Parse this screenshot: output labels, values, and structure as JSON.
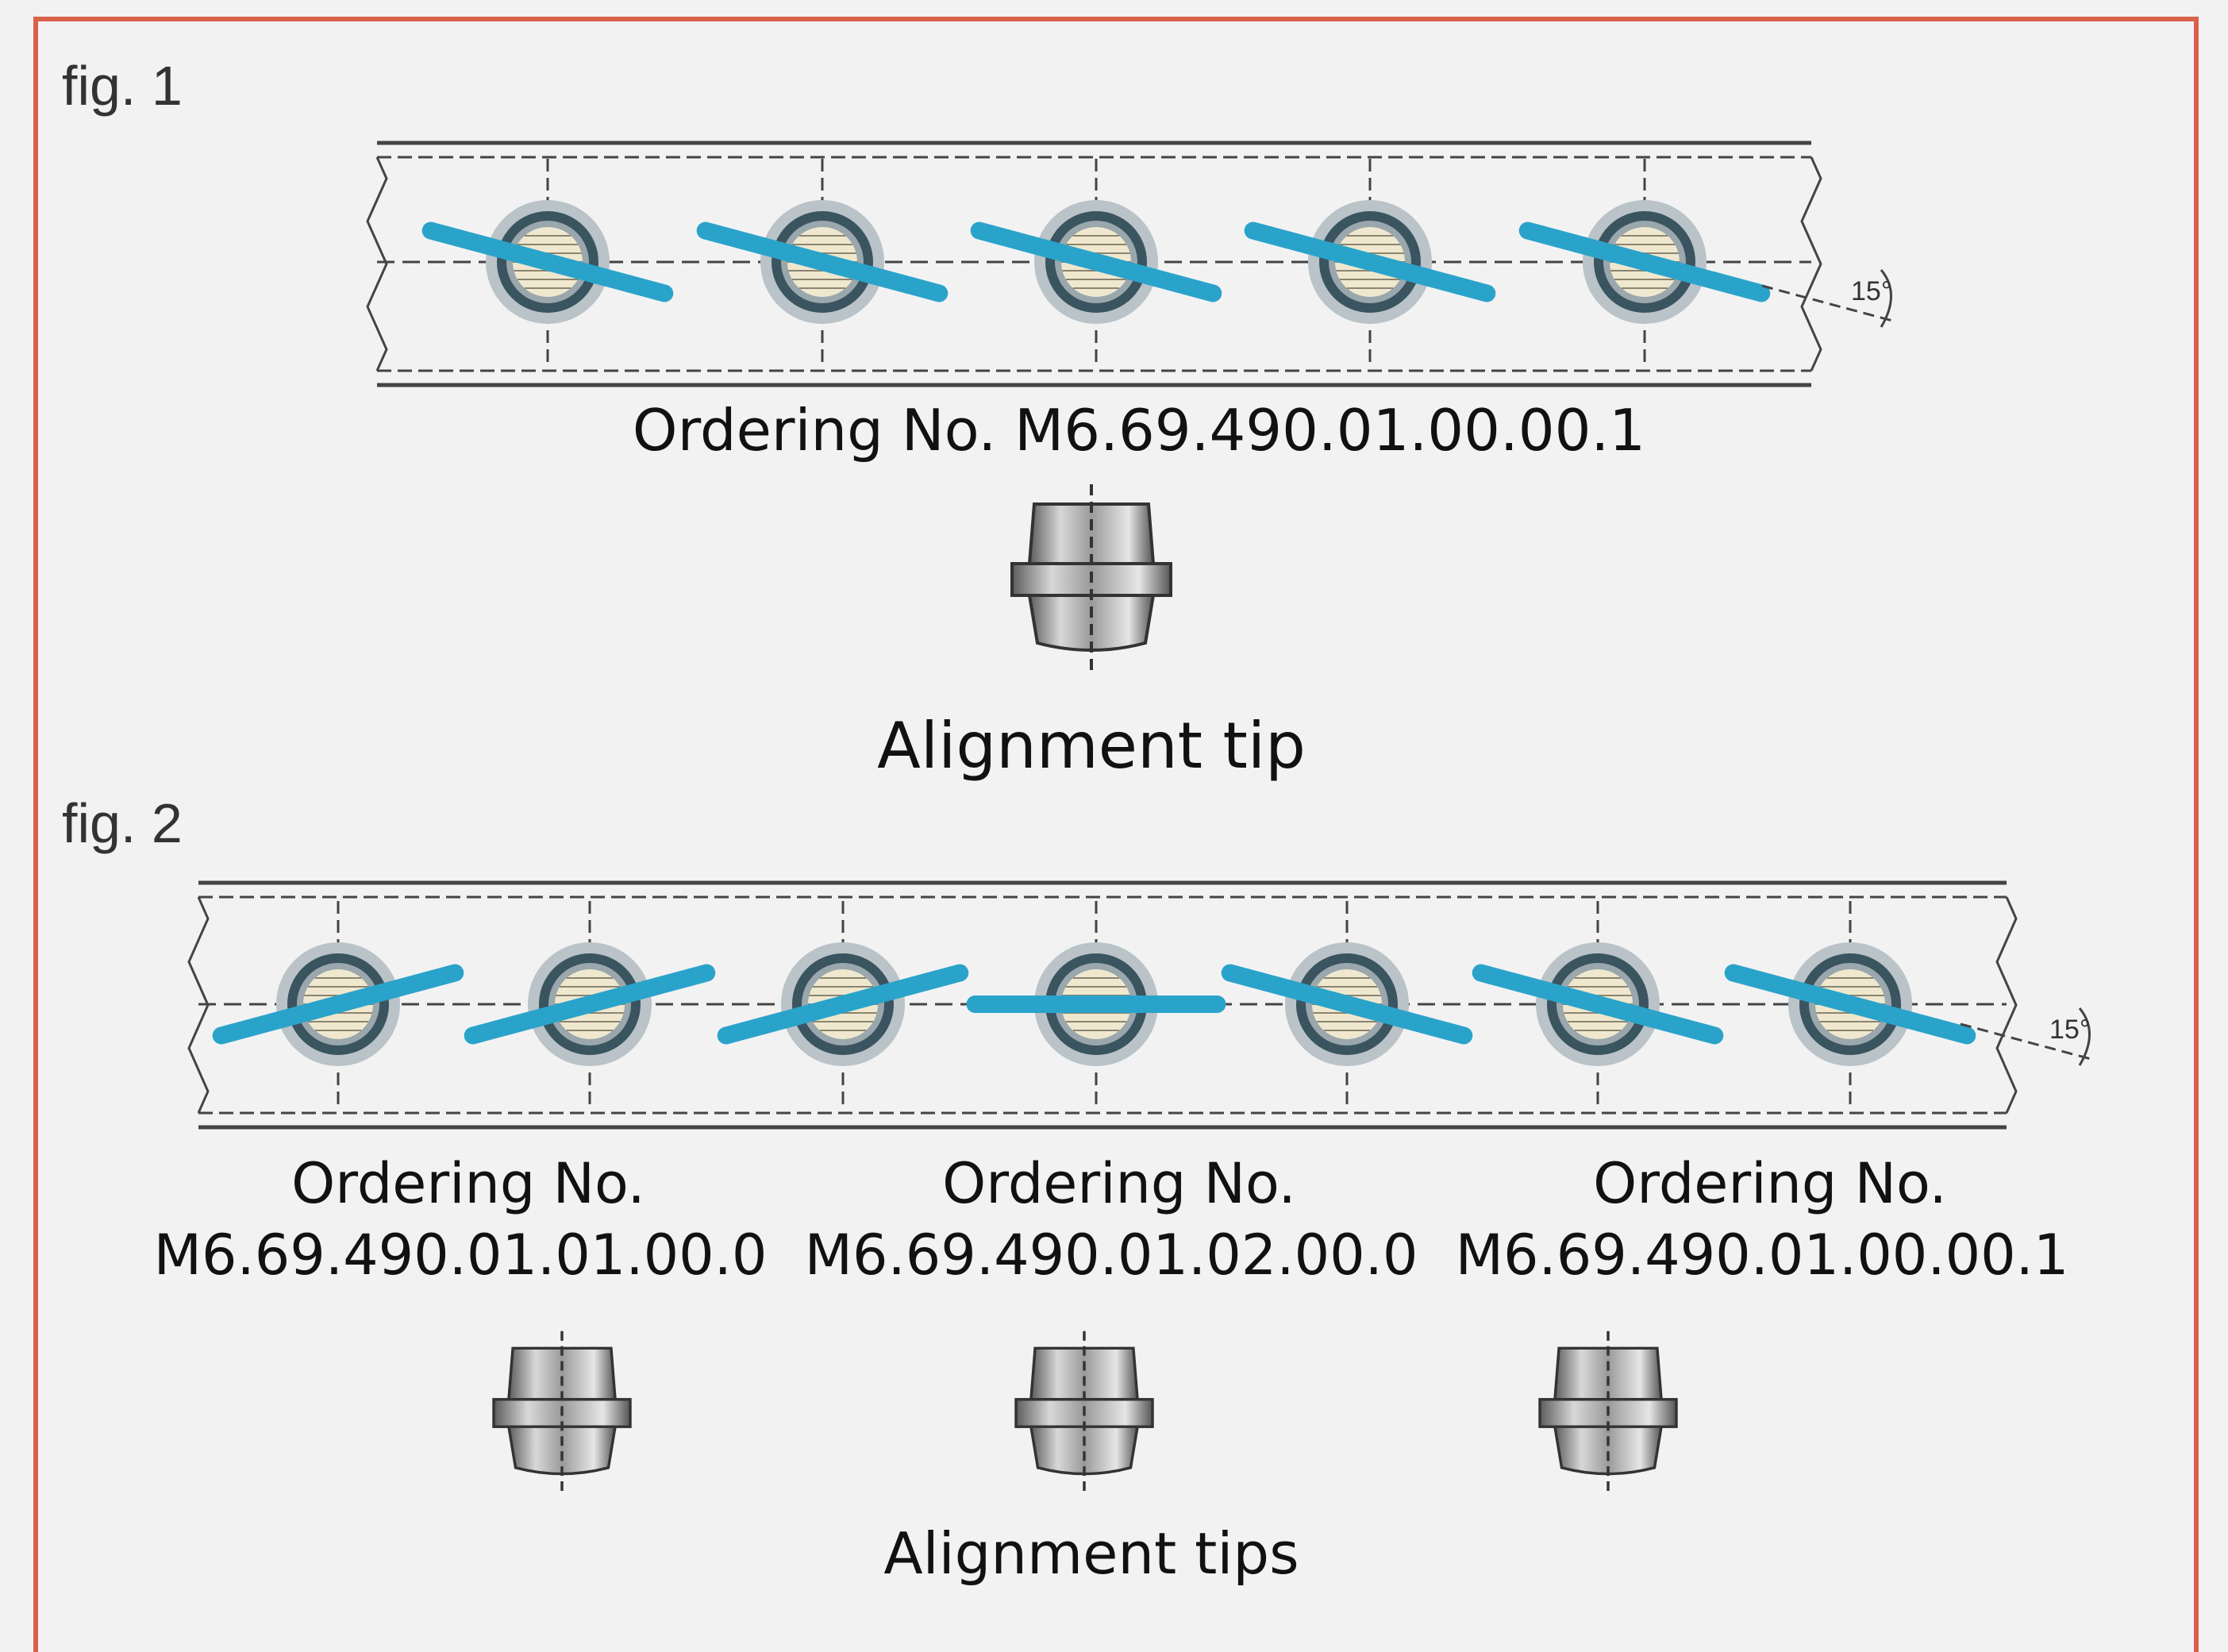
{
  "colors": {
    "frame": "#d9614b",
    "background": "#f3f2f3",
    "rail_line": "#444444",
    "wire": "#2aa3cb",
    "bushing_ring": "#3a5460",
    "bushing_core": "#efe8cf"
  },
  "figure1": {
    "label": "fig. 1",
    "angle_label": "15°",
    "ordering_text": "Ordering No. M6.69.490.01.00.00.1",
    "tip_caption": "Alignment tip",
    "wire_angles_deg": [
      15,
      15,
      15,
      15,
      15
    ]
  },
  "figure2": {
    "label": "fig. 2",
    "angle_label": "15°",
    "wire_angles_deg": [
      -15,
      -15,
      -15,
      0,
      15,
      15,
      15
    ],
    "ordering": [
      {
        "line1": "Ordering No.",
        "line2": "M6.69.490.01.01.00.0"
      },
      {
        "line1": "Ordering No.",
        "line2": "M6.69.490.01.02.00.0"
      },
      {
        "line1": "Ordering No.",
        "line2": "M6.69.490.01.00.00.1"
      }
    ],
    "tips_caption": "Alignment tips"
  },
  "icons": {
    "bushing": "bushing-icon",
    "alignment_tip": "alignment-tip-icon"
  }
}
